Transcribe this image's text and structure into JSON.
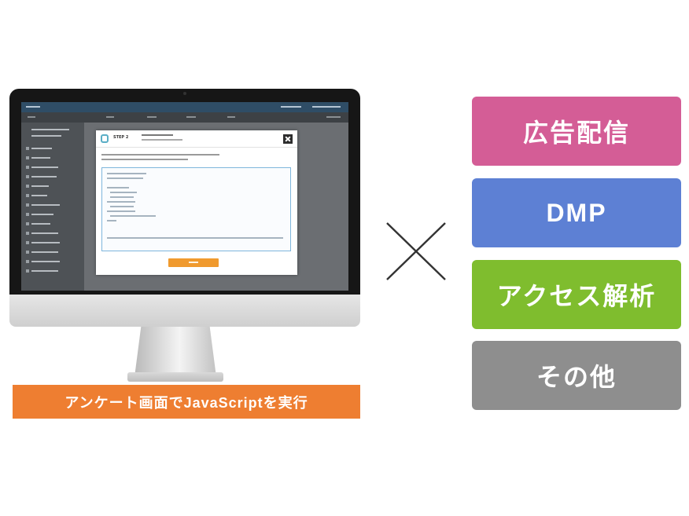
{
  "caption": {
    "text": "アンケート画面でJavaScriptを実行"
  },
  "operator": {
    "symbol": "×"
  },
  "categories": [
    {
      "label": "広告配信",
      "color": "#d45d96"
    },
    {
      "label": "DMP",
      "color": "#5d80d4"
    },
    {
      "label": "アクセス解析",
      "color": "#7fbd2e"
    },
    {
      "label": "その他",
      "color": "#8e8e8e"
    }
  ],
  "modal": {
    "step": "STEP 2"
  },
  "colors": {
    "caption_bg": "#ee7e31",
    "modal_button": "#f09a2e"
  }
}
